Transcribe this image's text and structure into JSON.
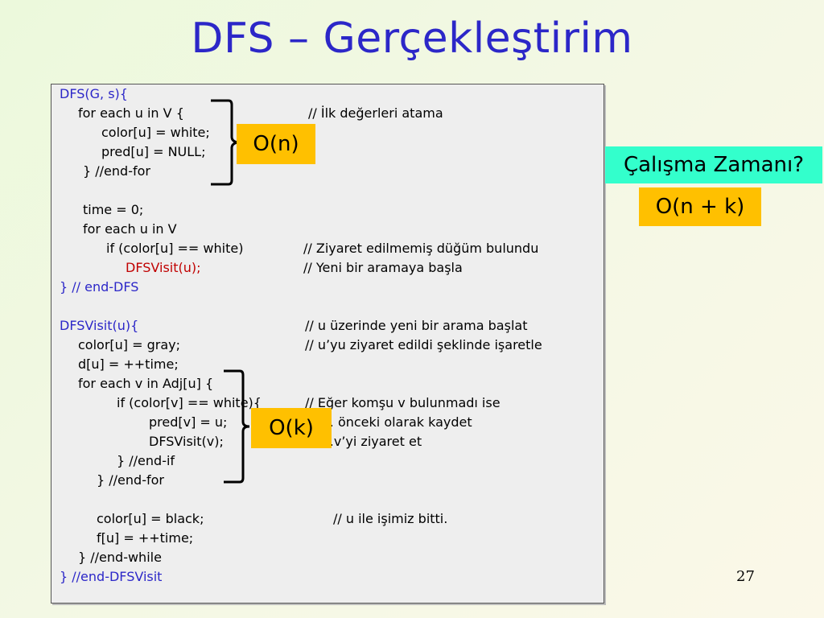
{
  "title": "DFS – Gerçekleştirim",
  "code": {
    "l1": "DFS(G, s){",
    "l2": "for each u in V {",
    "c2": "// İlk değerleri atama",
    "l3": "color[u] = white;",
    "l4": "pred[u] = NULL;",
    "l5": "} //end-for",
    "l6": "time = 0;",
    "l7": "for each u in V",
    "l8": "if (color[u] == white)",
    "c8": "// Ziyaret edilmemiş düğüm bulundu",
    "l9": "DFSVisit(u);",
    "c9": "// Yeni bir aramaya başla",
    "l10": "} // end-DFS",
    "l11": "DFSVisit(u){",
    "c11": "// u üzerinde yeni bir arama başlat",
    "l12": "color[u] = gray;",
    "c12": "// u’yu ziyaret edildi şeklinde işaretle",
    "l13": "d[u] = ++time;",
    "l14": "for each v in Adj[u] {",
    "l15": "if (color[v] == white){",
    "c15": "// Eğer komşu v bulunmadı ise",
    "l16": "pred[v] = u;",
    "c16": "// … önceki olarak kaydet",
    "l17": "DFSVisit(v);",
    "c17": "// …v’yi ziyaret et",
    "l18": "} //end-if",
    "l19": "} //end-for",
    "l20": "color[u] = black;",
    "c20": "// u ile işimiz bitti.",
    "l21": "f[u] = ++time;",
    "l22": "} //end-while",
    "l23": "} //end-DFSVisit"
  },
  "badges": {
    "on": "O(n)",
    "ok": "O(k)"
  },
  "runtime_label": "Çalışma Zamanı?",
  "runtime_value": "O(n + k)",
  "page_number": "27",
  "colors": {
    "title": "#2c27c8",
    "keyword_blue": "#2c27c8",
    "call_red": "#c00000",
    "badge": "#ffc000",
    "runtime_bg": "#33ffcc"
  }
}
